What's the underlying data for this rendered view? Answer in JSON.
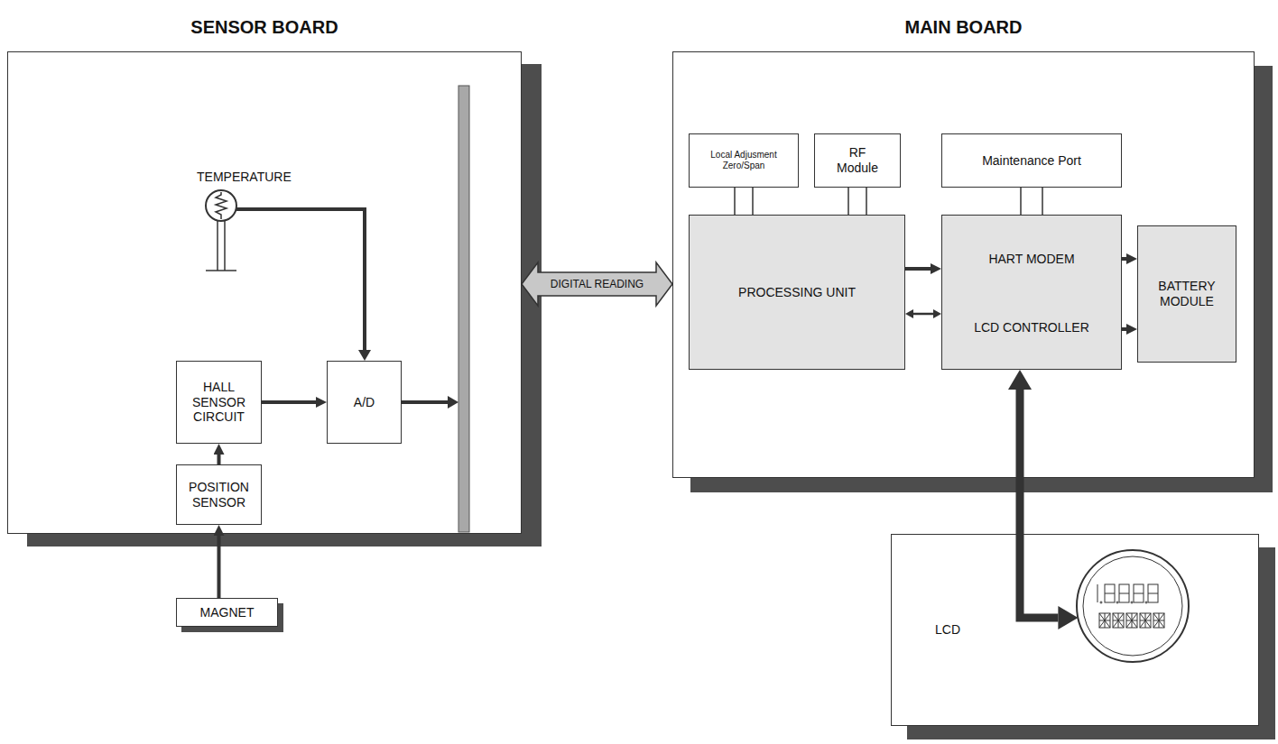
{
  "diagram": {
    "nodes": [
      {
        "text": [
          "SENSOR BOARD"
        ]
      },
      {
        "text": [
          "HALL SENSOR CIRCUIT"
        ],
        "in": 0
      },
      {
        "text": [
          "A/D"
        ],
        "in": 0
      },
      {
        "text": [
          "POSITION SENSOR"
        ],
        "in": 0
      },
      {
        "text": [
          "MAGNET"
        ]
      },
      {
        "text": [
          "MAIN BOARD"
        ]
      },
      {
        "text": [
          "Local Adjusment Zero/Span"
        ],
        "in": 5
      },
      {
        "text": [
          "RF Module"
        ],
        "in": 5
      },
      {
        "text": [
          "Maintenance Port"
        ],
        "in": 5
      },
      {
        "text": [
          "PROCESSING UNIT"
        ],
        "in": 5
      },
      {
        "text": [
          "HART MODEM",
          "LCD CONTROLLER"
        ],
        "in": 5
      },
      {
        "text": [
          "BATTERY MODULE"
        ],
        "in": 5
      },
      {
        "text": [
          "LCD"
        ]
      }
    ],
    "edges": [
      {
        "from": 4,
        "to": 3,
        "arrow": "to"
      },
      {
        "from": 3,
        "to": 1,
        "arrow": "to"
      },
      {
        "from": 1,
        "to": 2,
        "arrow": "to"
      },
      {
        "from": 0,
        "to": 5,
        "label": "DIGITAL READING",
        "arrow": "both"
      },
      {
        "from": 6,
        "to": 9,
        "arrow": "none"
      },
      {
        "from": 7,
        "to": 9,
        "arrow": "none"
      },
      {
        "from": 8,
        "to": 10,
        "arrow": "none"
      },
      {
        "from": 9,
        "to": 10,
        "arrow": "to"
      },
      {
        "from": 9,
        "to": 10,
        "arrow": "both"
      },
      {
        "from": 10,
        "to": 11,
        "arrow": "to"
      },
      {
        "from": 10,
        "to": 11,
        "arrow": "to"
      },
      {
        "from": 10,
        "to": 12,
        "arrow": "both"
      }
    ],
    "labels": [
      "TEMPERATURE"
    ]
  }
}
